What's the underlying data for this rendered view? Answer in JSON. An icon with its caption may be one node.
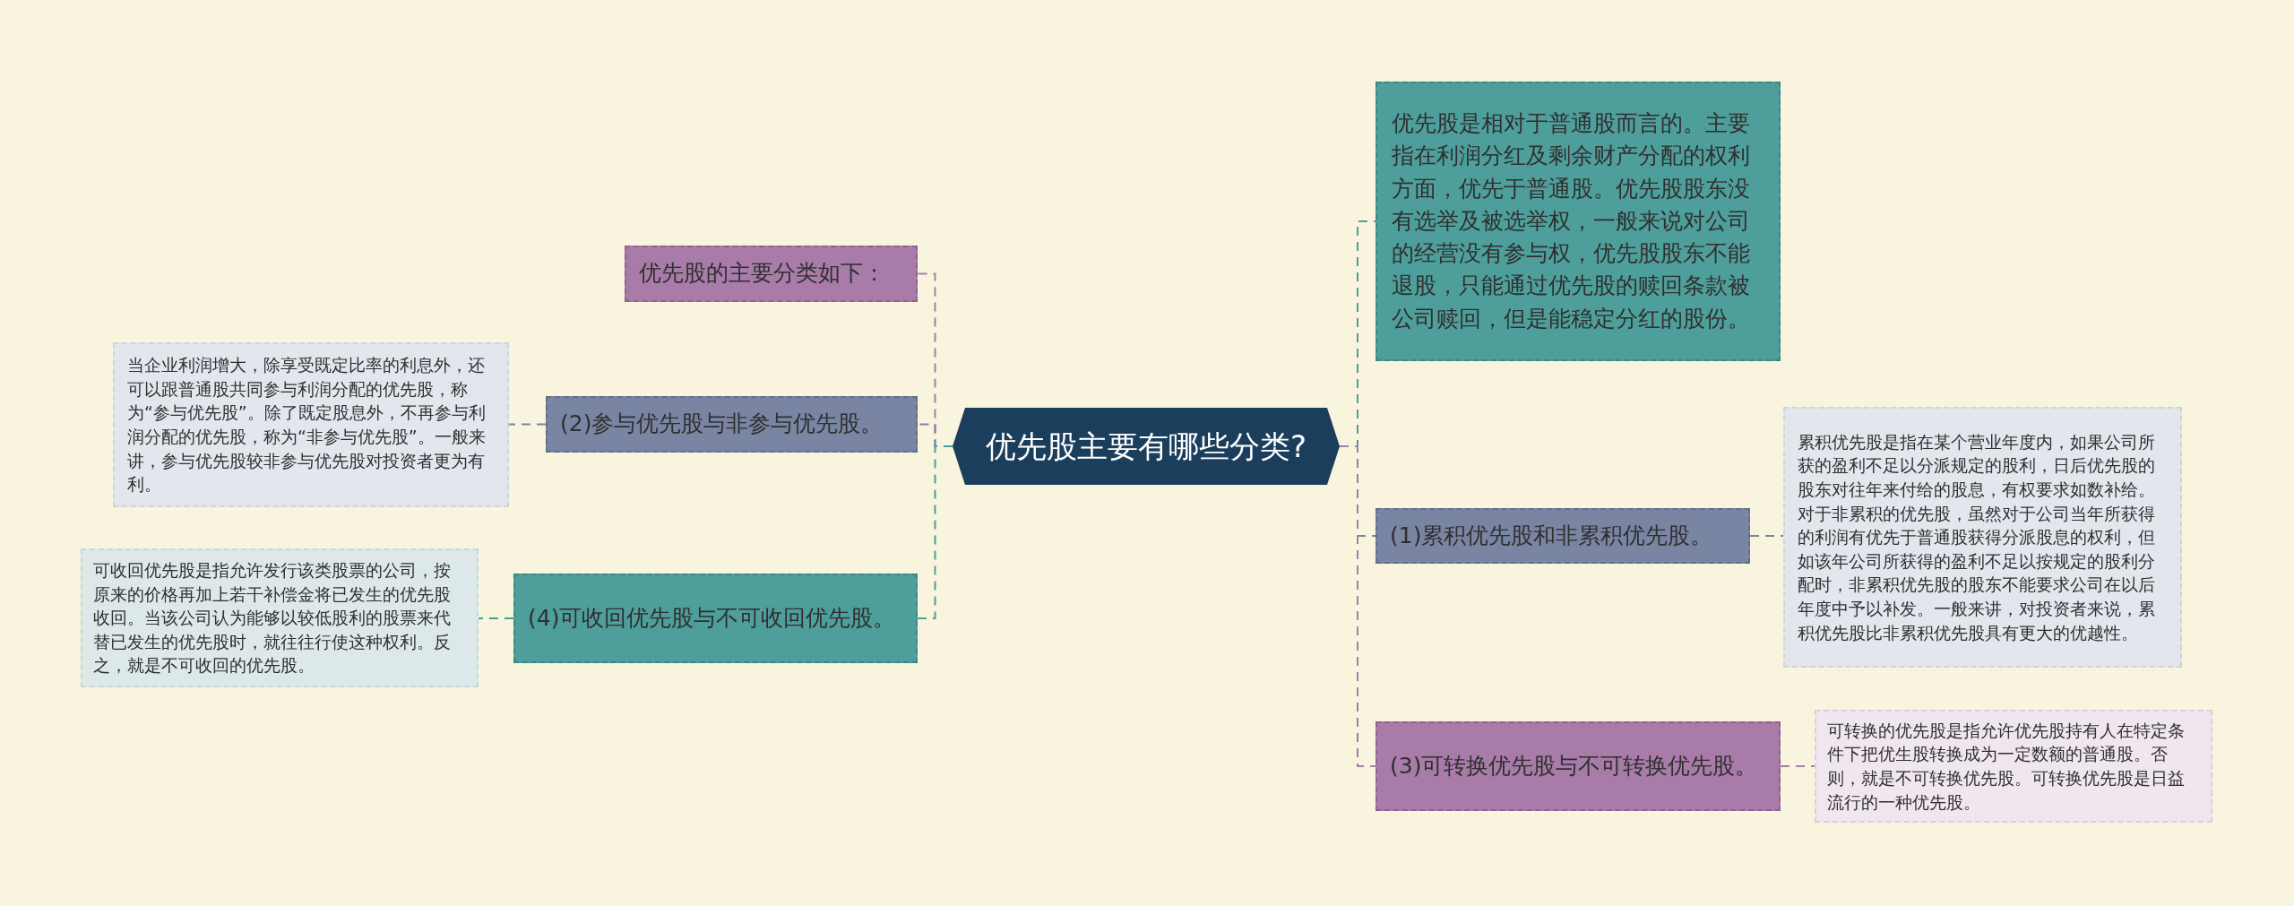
{
  "diagram": {
    "nodes": [
      {
        "text": [
          "优先股主要有哪些分类?"
        ]
      },
      {
        "text": [
          "优先股的主要分类如下："
        ]
      },
      {
        "text": [
          "(2)参与优先股与非参与优先股。"
        ]
      },
      {
        "text": [
          "当企业利润增大，除享受既定比率的利息外，还可以跟普通股共同参与利润分配的优先股，称为“参与优先股”。除了既定股息外，不再参与利润分配的优先股，称为“非参与优先股”。一般来讲，参与优先股较非参与优先股对投资者更为有利。"
        ]
      },
      {
        "text": [
          "(4)可收回优先股与不可收回优先股。"
        ]
      },
      {
        "text": [
          "可收回优先股是指允许发行该类股票的公司，按原来的价格再加上若干补偿金将已发生的优先股收回。当该公司认为能够以较低股利的股票来代替已发生的优先股时，就往往行使这种权利。反之，就是不可收回的优先股。"
        ]
      },
      {
        "text": [
          "优先股是相对于普通股而言的。主要指在利润分红及剩余财产分配的权利方面，优先于普通股。优先股股东没有选举及被选举权，一般来说对公司的经营没有参与权，优先股股东不能退股，只能通过优先股的赎回条款被公司赎回，但是能稳定分红的股份。"
        ]
      },
      {
        "text": [
          "(1)累积优先股和非累积优先股。"
        ]
      },
      {
        "text": [
          "累积优先股是指在某个营业年度内，如果公司所获的盈利不足以分派规定的股利，日后优先股的股东对往年来付给的股息，有权要求如数补给。对于非累积的优先股，虽然对于公司当年所获得的利润有优先于普通股获得分派股息的权利，但如该年公司所获得的盈利不足以按规定的股利分配时，非累积优先股的股东不能要求公司在以后年度中予以补发。一般来讲，对投资者来说，累积优先股比非累积优先股具有更大的优越性。"
        ]
      },
      {
        "text": [
          "(3)可转换优先股与不可转换优先股。"
        ]
      },
      {
        "text": [
          "可转换的优先股是指允许优先股持有人在特定条件下把优生股转换成为一定数额的普通股。否则，就是不可转换优先股。可转换优先股是日益流行的一种优先股。"
        ]
      }
    ],
    "edges": [
      {
        "from": 0,
        "to": 1,
        "arrow": "none",
        "style": "dashed",
        "color": "#a87ba8"
      },
      {
        "from": 0,
        "to": 2,
        "arrow": "none",
        "style": "dashed",
        "color": "#7a84a3"
      },
      {
        "from": 0,
        "to": 4,
        "arrow": "none",
        "style": "dashed",
        "color": "#4e9e9b"
      },
      {
        "from": 0,
        "to": 6,
        "arrow": "none",
        "style": "dashed",
        "color": "#4e9e9b"
      },
      {
        "from": 0,
        "to": 7,
        "arrow": "none",
        "style": "dashed",
        "color": "#7a84a3"
      },
      {
        "from": 0,
        "to": 9,
        "arrow": "none",
        "style": "dashed",
        "color": "#a87ba8"
      },
      {
        "from": 2,
        "to": 3,
        "arrow": "none",
        "style": "dashed",
        "color": "#7a84a3"
      },
      {
        "from": 4,
        "to": 5,
        "arrow": "none",
        "style": "dashed",
        "color": "#4e9e9b"
      },
      {
        "from": 7,
        "to": 8,
        "arrow": "none",
        "style": "dashed",
        "color": "#7a84a3"
      },
      {
        "from": 9,
        "to": 10,
        "arrow": "none",
        "style": "dashed",
        "color": "#a87ba8"
      }
    ]
  }
}
